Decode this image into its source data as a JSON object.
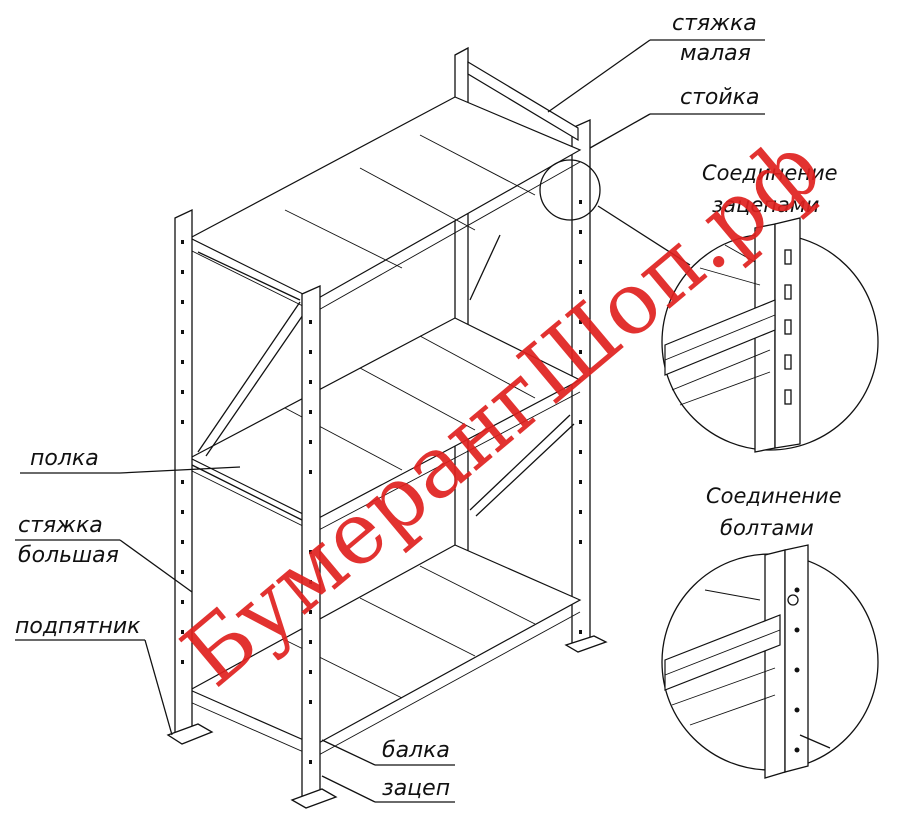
{
  "labels": {
    "styazhka_malaya_1": "стяжка",
    "styazhka_malaya_2": "малая",
    "stoyka": "стойка",
    "polka": "полка",
    "styazhka_bolshaya_1": "стяжка",
    "styazhka_bolshaya_2": "большая",
    "podpyatnik": "подпятник",
    "balka": "балка",
    "zatsep": "зацеп",
    "soedinenie_zatsepami_1": "Соединение",
    "soedinenie_zatsepami_2": "зацепами",
    "soedinenie_boltami_1": "Соединение",
    "soedinenie_boltami_2": "болтами"
  },
  "watermark": "БумерангШоп.рф",
  "colors": {
    "watermark": "#e0211f",
    "lines": "#111111",
    "background": "#ffffff"
  }
}
